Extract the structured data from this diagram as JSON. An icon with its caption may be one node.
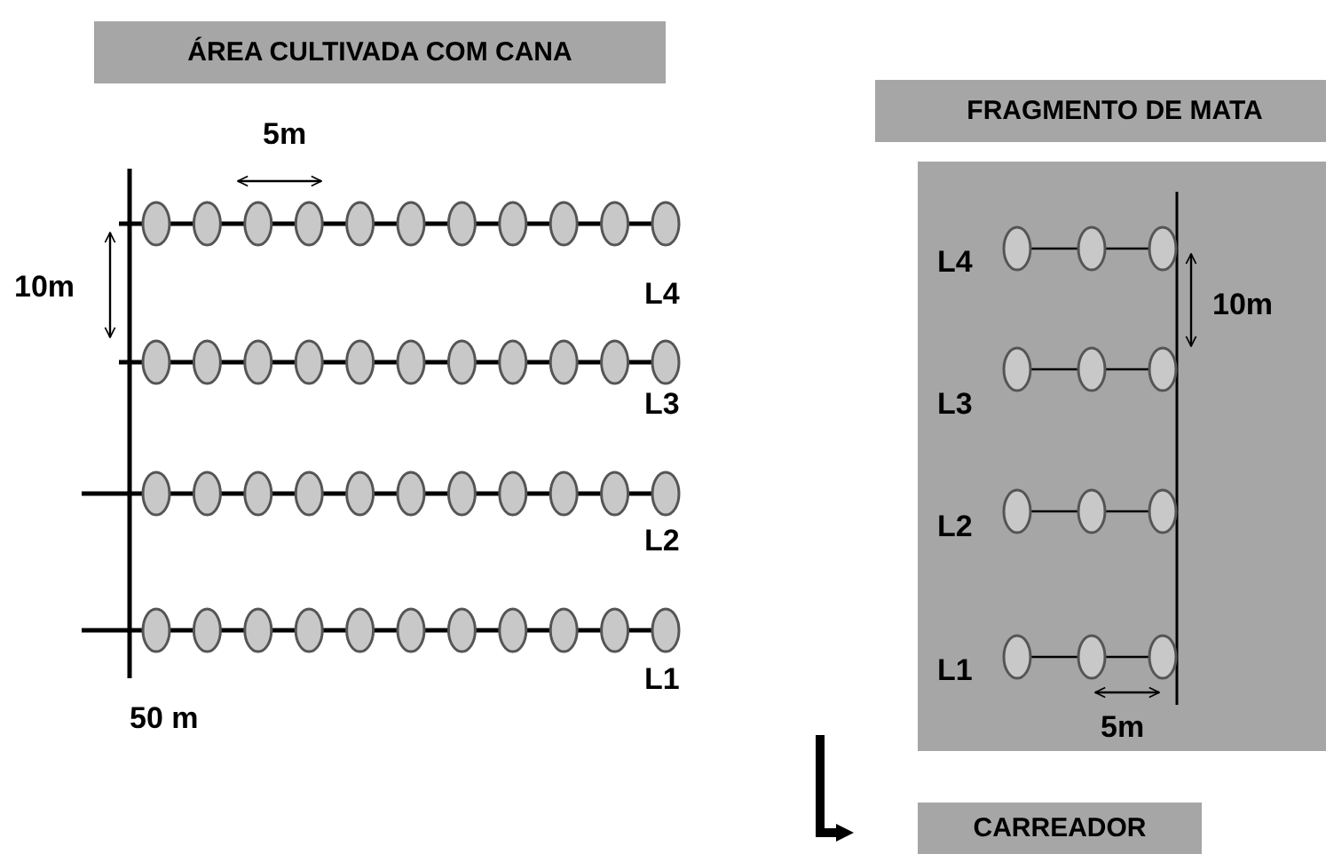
{
  "diagram": {
    "labels": [
      "ÁREA CULTIVADA COM CANA",
      "5m",
      "10m",
      "L4",
      "L3",
      "L2",
      "L1",
      "50 m",
      "FRAGMENTO DE MATA",
      "L4",
      "10m",
      "L3",
      "L2",
      "L1",
      "5m"
    ],
    "legend": [
      {
        "text": "CARREADOR"
      }
    ]
  }
}
